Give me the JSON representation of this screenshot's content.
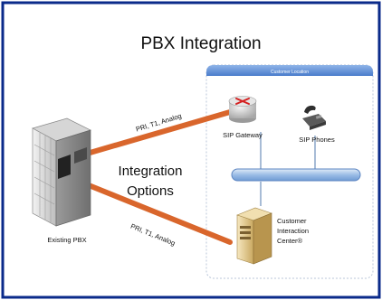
{
  "title": "PBX Integration",
  "customer_location": {
    "label": "Customer Location"
  },
  "center": {
    "line1": "Integration",
    "line2": "Options"
  },
  "pbx": {
    "label": "Existing PBX"
  },
  "links": {
    "upper": "PRI, T1, Analog",
    "lower": "PRI, T1, Analog"
  },
  "sip_gateway": {
    "label": "SIP Gateway"
  },
  "sip_phones": {
    "label": "SIP Phones"
  },
  "cic": {
    "line1": "Customer",
    "line2": "Interaction",
    "line3": "Center®"
  },
  "colors": {
    "frame": "#0a2a8a",
    "link": "#d9662c",
    "location_bar": "#5b8fd6",
    "bus": "#9bbde6"
  }
}
